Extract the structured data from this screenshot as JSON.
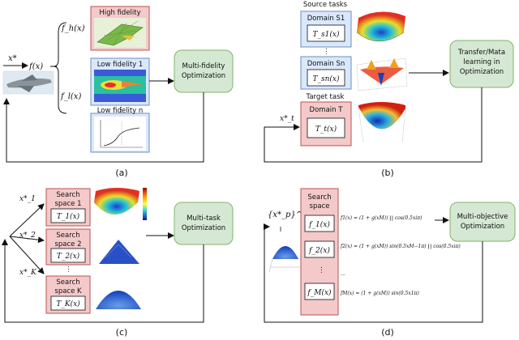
{
  "panels": {
    "a": {
      "caption": "(a)",
      "input": "x*",
      "f": "f(x)",
      "fh": "f_h(x)",
      "fl": "f_l(x)",
      "high": "High fidelity",
      "low1": "Low fidelity 1",
      "lown": "Low fidelity n",
      "opt1": "Multi-fidelity",
      "opt2": "Optimization"
    },
    "b": {
      "caption": "(b)",
      "source_title": "Source tasks",
      "target_title": "Target task",
      "s1": "Domain S1",
      "sn": "Domain Sn",
      "t": "Domain T",
      "ts1": "T_s1(x)",
      "tsn": "T_sn(x)",
      "tt": "T_t(x)",
      "xt": "x*_t",
      "opt1": "Transfer/Mata",
      "opt2": "learning in",
      "opt3": "Optimization"
    },
    "c": {
      "caption": "(c)",
      "x1": "x*_1",
      "x2": "x*_2",
      "xk": "x*_K",
      "ss1a": "Search",
      "ss1b": "space 1",
      "ss2a": "Search",
      "ss2b": "space 2",
      "ssKa": "Search",
      "ssKb": "space K",
      "t1": "T_1(x)",
      "t2": "T_2(x)",
      "tk": "T_K(x)",
      "opt1": "Multi-task",
      "opt2": "Optimization"
    },
    "d": {
      "caption": "(d)",
      "xp": "{x*_p}^P_p",
      "search1": "Search",
      "search2": "space",
      "f1": "f_1(x)",
      "f2": "f_2(x)",
      "fM": "f_M(x)",
      "eq1": "f1(x) = (1 + g(xM)) ∏ cos(0.5xiπ)",
      "eq2": "f2(x) = (1 + g(xM)) sin(0.5xM−1π) ∏ cos(0.5xiπ)",
      "eq3": "fM(x) = (1 + g(xM)) sin(0.5x1π)",
      "opt1": "Multi-objective",
      "opt2": "Optimization"
    }
  },
  "colors": {
    "pink_fill": "#f4c9c9",
    "pink_stroke": "#b85450",
    "blue_fill": "#dae8fc",
    "blue_stroke": "#6c8ebf",
    "green_fill": "#d5e8d4",
    "green_stroke": "#82b366"
  }
}
